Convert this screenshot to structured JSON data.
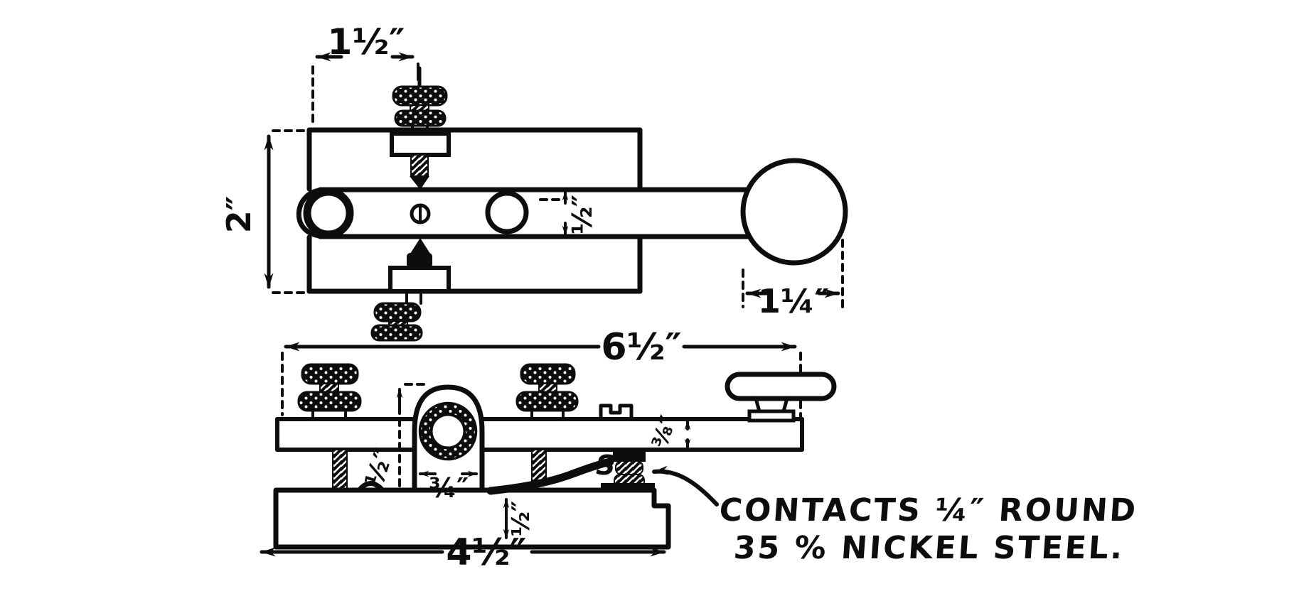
{
  "page": {
    "paper_color": "#ffffff",
    "ink_color": "#0d0d0d"
  },
  "top_view": {
    "dim_screw_offset": "1½″",
    "dim_frame_width": "2″",
    "dim_lever_width": "½″",
    "dim_knob_diameter": "1¼″"
  },
  "side_view": {
    "dim_overall_length": "6½″",
    "dim_lever_thickness": "⅜″",
    "dim_pivot_height": "½″",
    "dim_pivot_hub_width": "¾″",
    "spring_label": "S",
    "dim_base_thickness": "½″",
    "dim_base_length": "4½″"
  },
  "annotation": {
    "line1": "CONTACTS ¼″ ROUND",
    "line2": "35 % NICKEL STEEL."
  }
}
